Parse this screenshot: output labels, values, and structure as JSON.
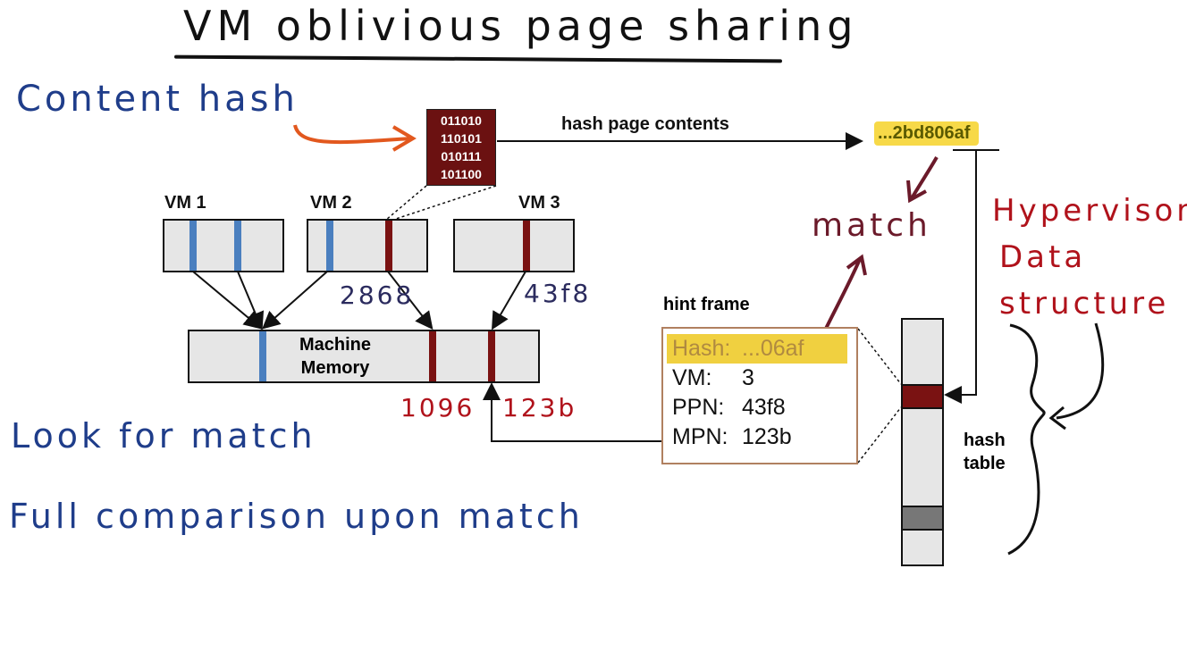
{
  "title": "VM oblivious page sharing",
  "notes": {
    "content_hash": "Content hash",
    "look_for_match": "Look for match",
    "full_comparison": "Full comparison upon match"
  },
  "binary_page": [
    "011010",
    "110101",
    "010111",
    "101100"
  ],
  "hash_page_contents_label": "hash page contents",
  "hash_value": "...2bd806af",
  "vms": [
    {
      "label": "VM 1"
    },
    {
      "label": "VM 2",
      "ppn": "2868"
    },
    {
      "label": "VM 3",
      "ppn": "43f8"
    }
  ],
  "machine_memory": {
    "label_line1": "Machine",
    "label_line2": "Memory",
    "mpn_left": "1096",
    "mpn_right": "123b"
  },
  "hint_frame": {
    "label": "hint frame",
    "rows": [
      {
        "key": "Hash:",
        "value": "...06af"
      },
      {
        "key": "VM:",
        "value": "3"
      },
      {
        "key": "PPN:",
        "value": "43f8"
      },
      {
        "key": "MPN:",
        "value": "123b"
      }
    ]
  },
  "hash_table": {
    "label_line1": "hash",
    "label_line2": "table"
  },
  "match_note": "match",
  "hypervisor_note": [
    "Hypervisor",
    "Data",
    "structure"
  ],
  "colors": {
    "blue_ink": "#1f3d8a",
    "red_ink": "#b0121b",
    "orange_ink": "#e2581e",
    "highlight": "#f7d948",
    "page_red": "#7a1212",
    "page_blue": "#4a7fbf"
  }
}
